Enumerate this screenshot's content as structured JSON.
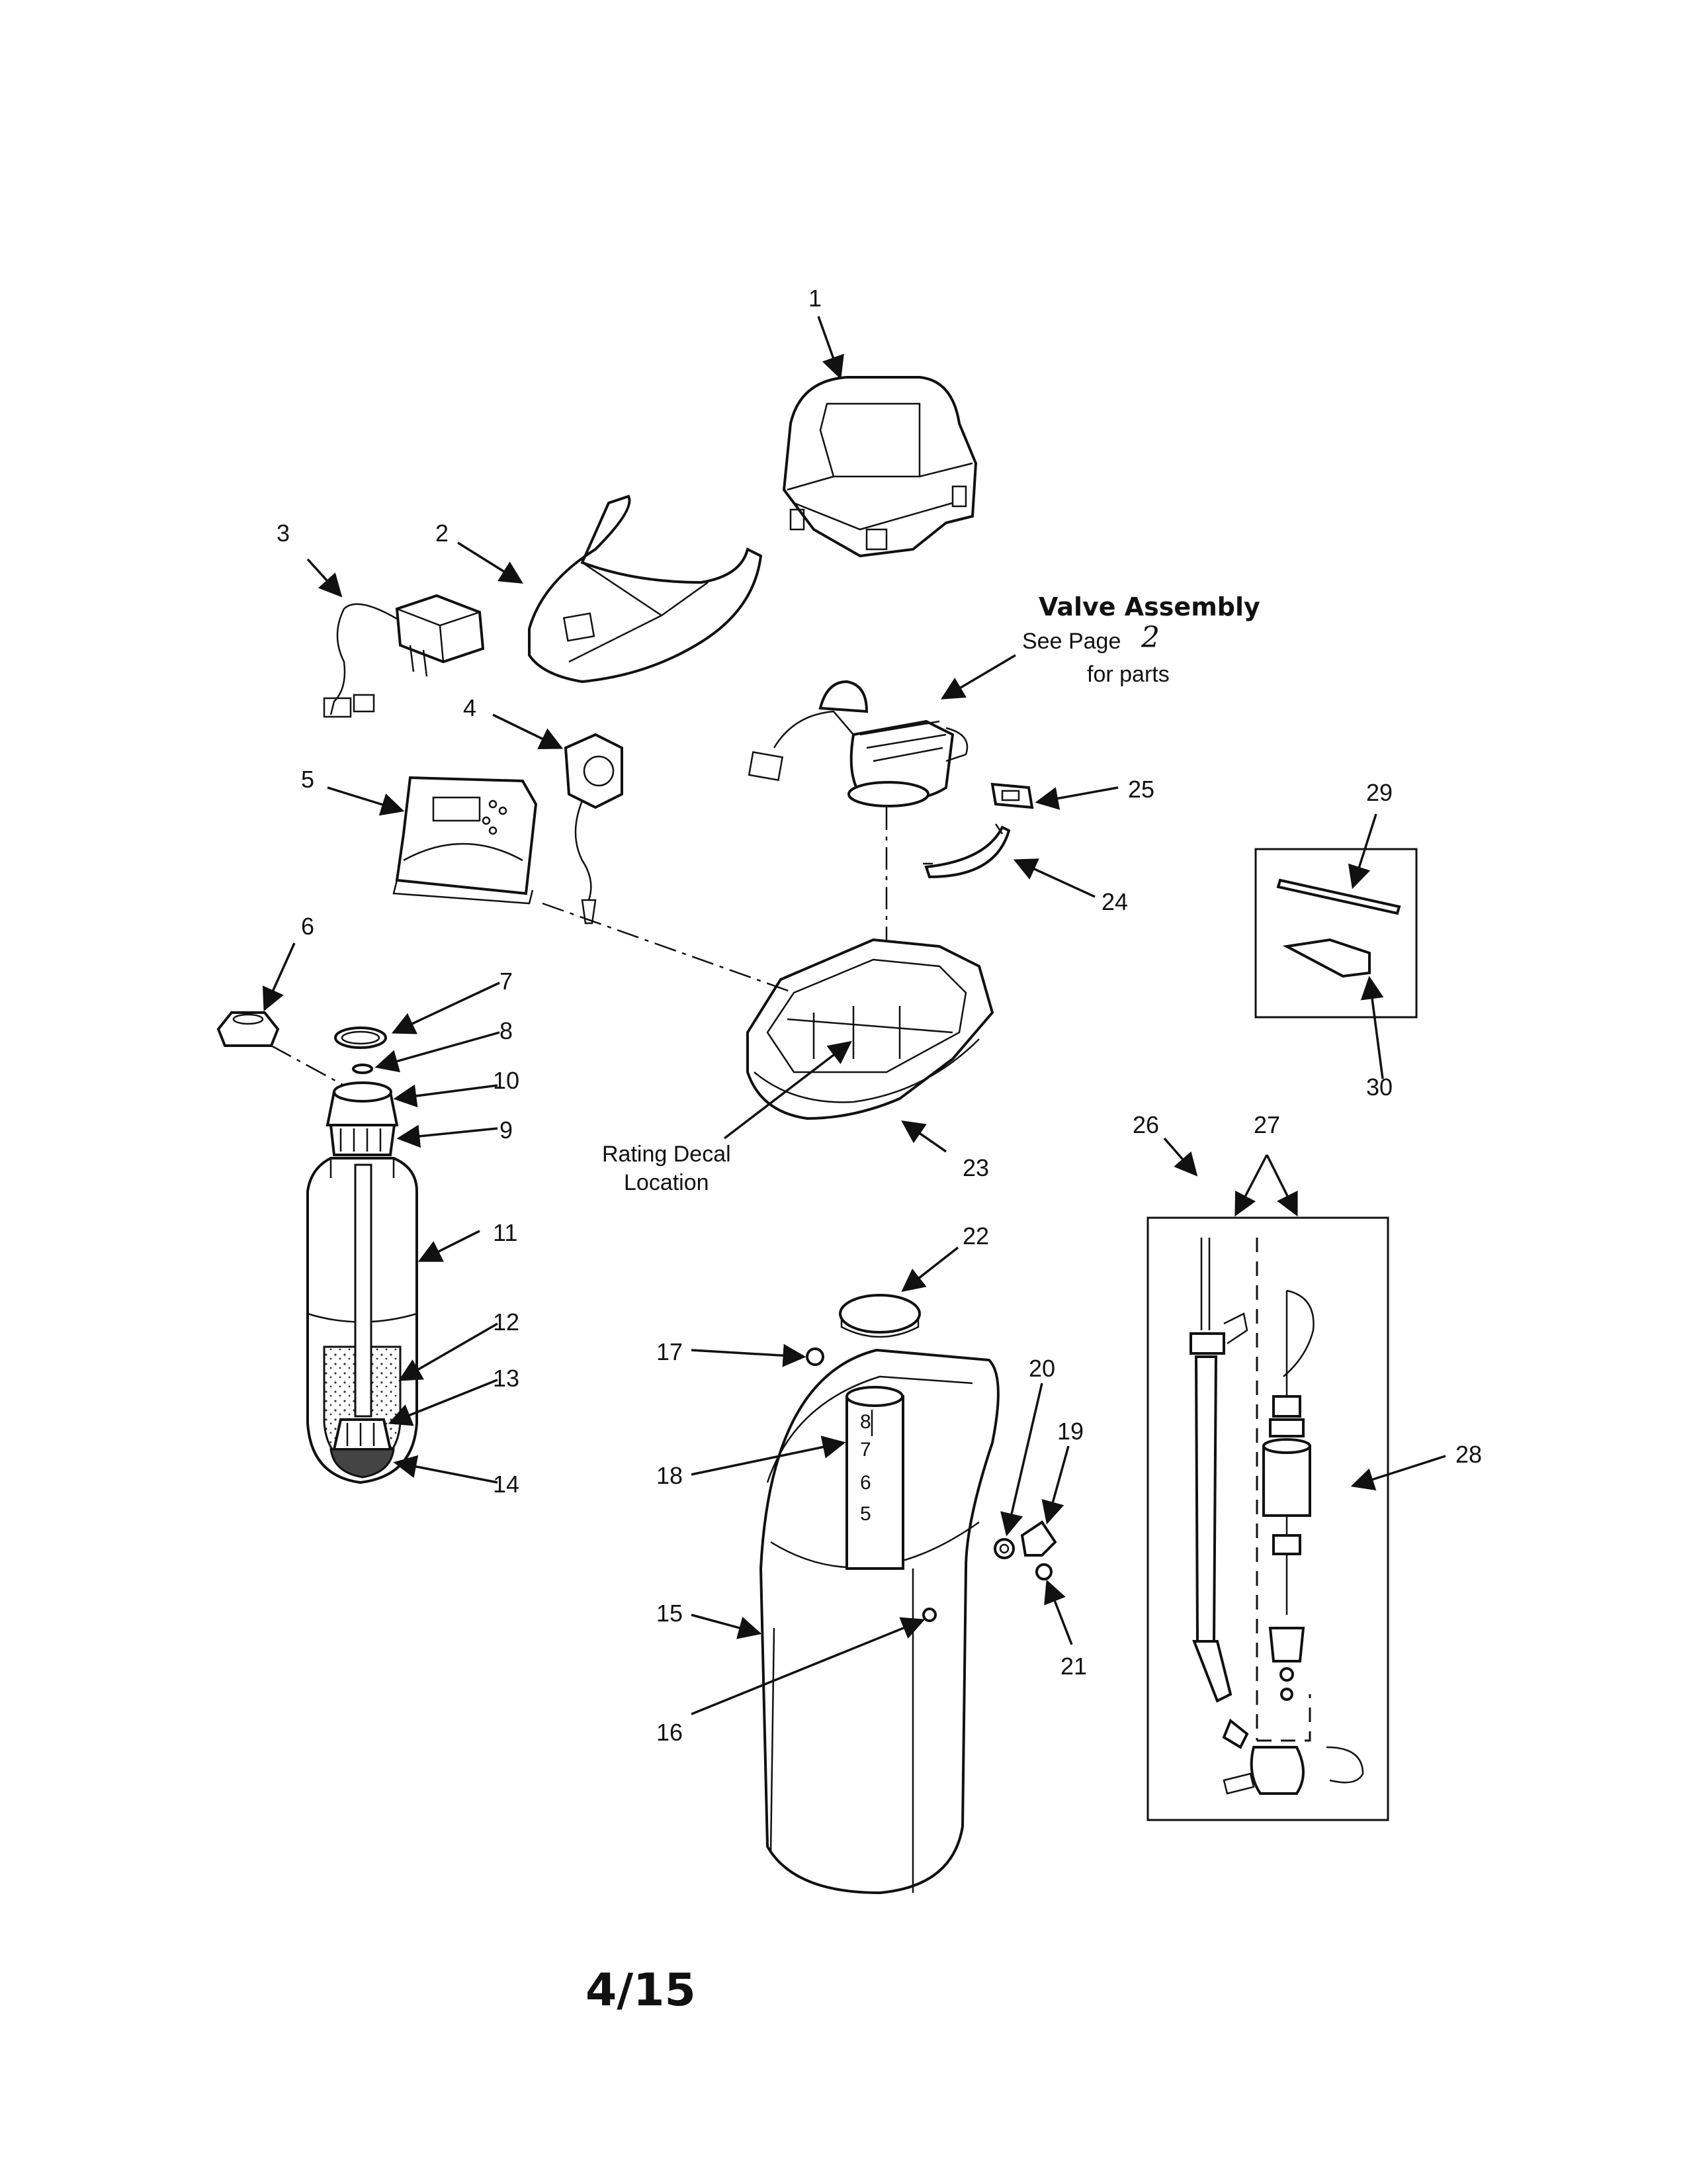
{
  "callouts": [
    {
      "id": "1",
      "text": "1"
    },
    {
      "id": "2",
      "text": "2"
    },
    {
      "id": "3",
      "text": "3"
    },
    {
      "id": "4",
      "text": "4"
    },
    {
      "id": "5",
      "text": "5"
    },
    {
      "id": "6",
      "text": "6"
    },
    {
      "id": "7",
      "text": "7"
    },
    {
      "id": "8",
      "text": "8"
    },
    {
      "id": "9",
      "text": "9"
    },
    {
      "id": "10",
      "text": "10"
    },
    {
      "id": "11",
      "text": "11"
    },
    {
      "id": "12",
      "text": "12"
    },
    {
      "id": "13",
      "text": "13"
    },
    {
      "id": "14",
      "text": "14"
    },
    {
      "id": "15",
      "text": "15"
    },
    {
      "id": "16",
      "text": "16"
    },
    {
      "id": "17",
      "text": "17"
    },
    {
      "id": "18",
      "text": "18"
    },
    {
      "id": "19",
      "text": "19"
    },
    {
      "id": "20",
      "text": "20"
    },
    {
      "id": "21",
      "text": "21"
    },
    {
      "id": "22",
      "text": "22"
    },
    {
      "id": "23",
      "text": "23"
    },
    {
      "id": "24",
      "text": "24"
    },
    {
      "id": "25",
      "text": "25"
    },
    {
      "id": "26",
      "text": "26"
    },
    {
      "id": "27",
      "text": "27"
    },
    {
      "id": "28",
      "text": "28"
    },
    {
      "id": "29",
      "text": "29"
    },
    {
      "id": "30",
      "text": "30"
    }
  ],
  "valve_note": {
    "title": "Valve Assembly",
    "line2_prefix": "See Page",
    "line2_page": "2",
    "line3": "for parts"
  },
  "rating_decal": {
    "line1": "Rating Decal",
    "line2": "Location"
  },
  "tube_marks": [
    "8",
    "7",
    "6",
    "5"
  ],
  "page_number": "4/15"
}
